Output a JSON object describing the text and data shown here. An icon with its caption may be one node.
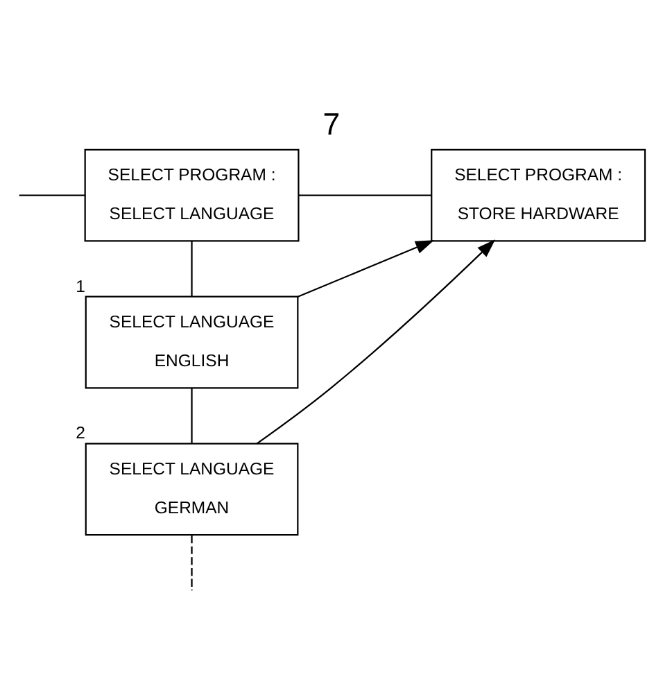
{
  "diagram": {
    "title": "7",
    "nodes": [
      {
        "text": [
          "SELECT PROGRAM :",
          "SELECT LANGUAGE"
        ]
      },
      {
        "text": [
          "SELECT PROGRAM :",
          "STORE HARDWARE"
        ]
      },
      {
        "text": [
          "SELECT LANGUAGE",
          "ENGLISH"
        ],
        "beside": [
          "1"
        ]
      },
      {
        "text": [
          "SELECT LANGUAGE",
          "GERMAN"
        ],
        "beside": [
          "2"
        ]
      }
    ],
    "edges": [
      {
        "from": null,
        "to": 0,
        "arrow": "none"
      },
      {
        "from": 0,
        "to": 1,
        "arrow": "none"
      },
      {
        "from": 0,
        "to": 2,
        "arrow": "none"
      },
      {
        "from": 2,
        "to": 1,
        "arrow": "to"
      },
      {
        "from": 3,
        "to": 1,
        "arrow": "to"
      },
      {
        "from": 2,
        "to": 3,
        "arrow": "none"
      },
      {
        "from": 3,
        "to": null,
        "arrow": "none",
        "style": "dashed"
      }
    ]
  }
}
